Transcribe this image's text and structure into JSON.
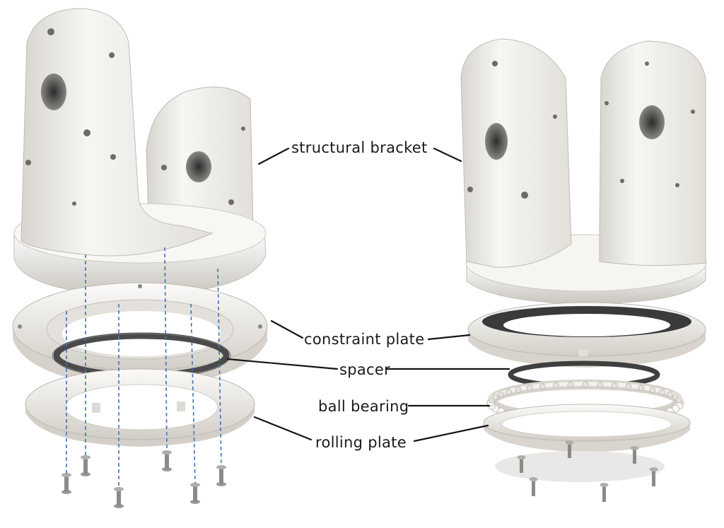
{
  "labels": {
    "structural_bracket": "structural bracket",
    "constraint_plate": "constraint plate",
    "spacer": "spacer",
    "ball_bearing": "ball bearing",
    "rolling_plate": "rolling plate"
  },
  "colors": {
    "part_fill": "#f2f0ec",
    "part_shade": "#cfcbc4",
    "dark_ring": "#3a3a3a",
    "assembly_axis": "#3d73b8",
    "leader_line": "#151515",
    "label_text": "#1a1a1a"
  }
}
